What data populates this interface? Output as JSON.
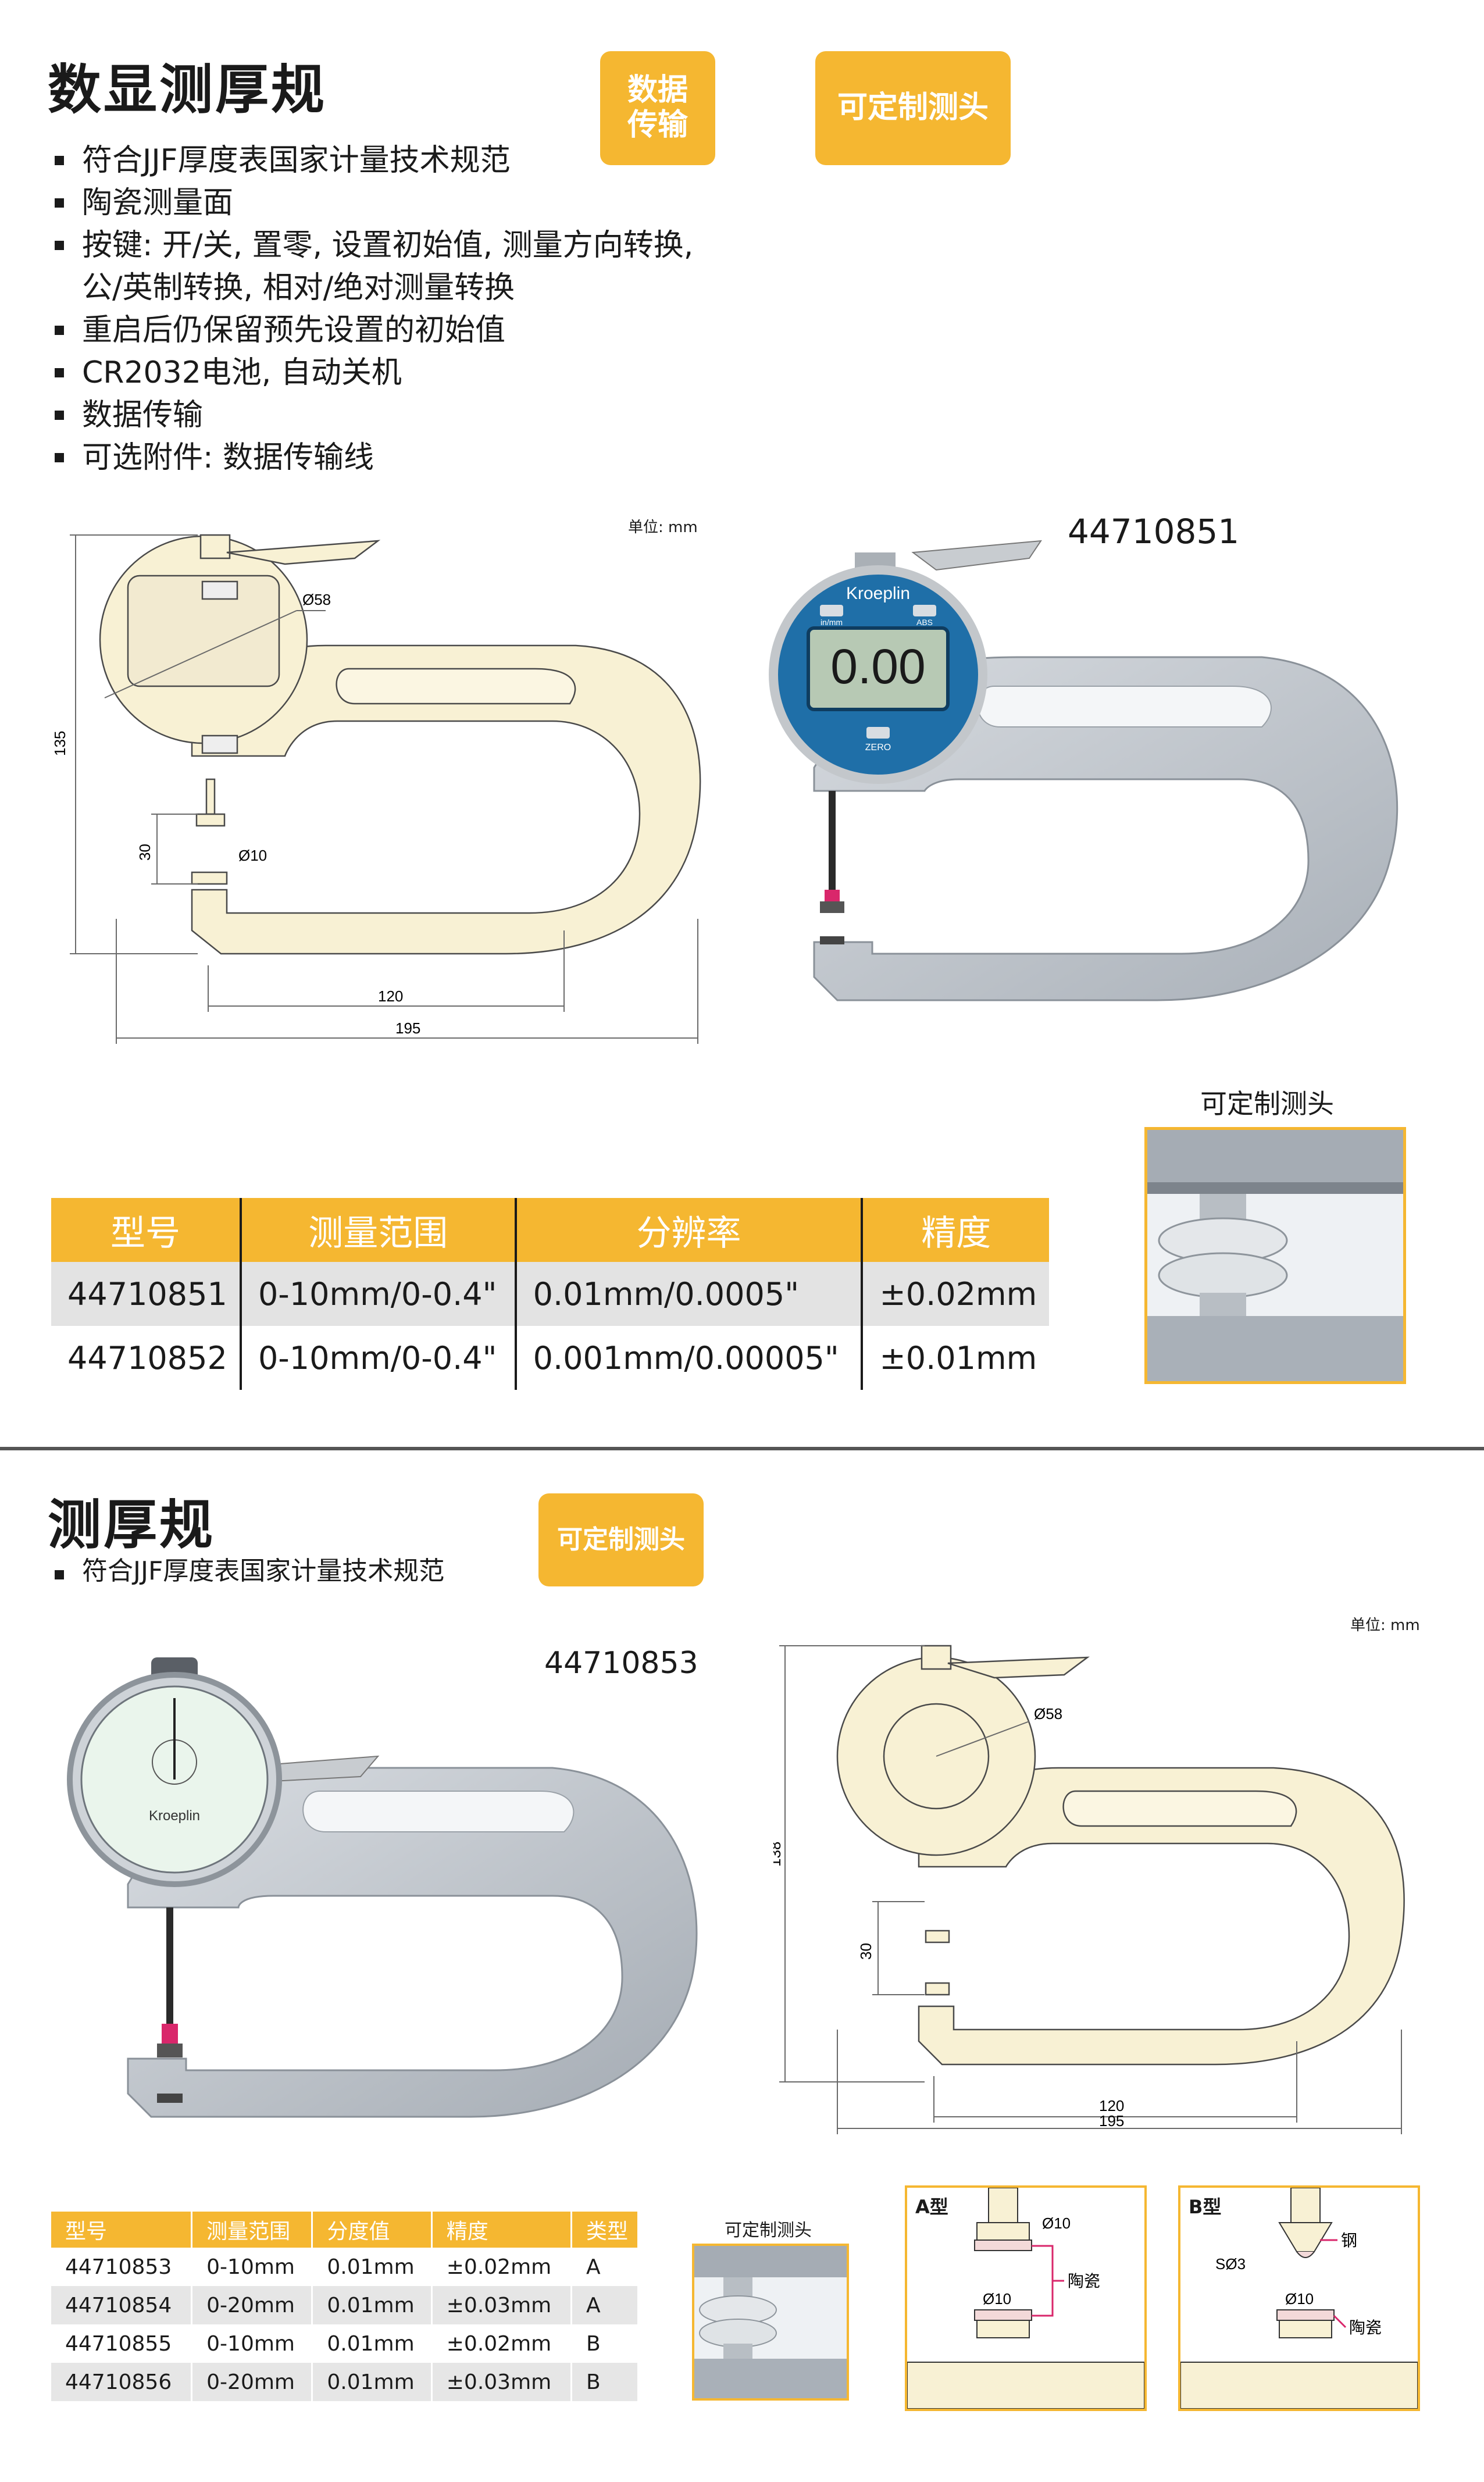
{
  "section1": {
    "title": "数显测厚规",
    "badge_data": "数据\n传输",
    "badge_custom": "可定制测头",
    "features": [
      "符合JJF厚度表国家计量技术规范",
      "陶瓷测量面",
      "按键: 开/关, 置零, 设置初始值, 测量方向转换,",
      "公/英制转换, 相对/绝对测量转换",
      "重启后仍保留预先设置的初始值",
      "CR2032电池, 自动关机",
      "数据传输",
      "可选附件: 数据传输线"
    ],
    "unit": "单位: mm",
    "model": "44710851",
    "dims": {
      "height": "135",
      "dial": "Ø58",
      "gap": "30",
      "tip": "Ø10",
      "depth": "120",
      "width": "195"
    },
    "gauge_brand": "Kroeplin",
    "gauge_display": "0.00",
    "gauge_buttons": [
      "in/mm",
      "ABS",
      "ZERO"
    ],
    "custom_head_label": "可定制测头",
    "table": {
      "headers": [
        "型号",
        "测量范围",
        "分辨率",
        "精度"
      ],
      "rows": [
        [
          "44710851",
          "0-10mm/0-0.4\"",
          "0.01mm/0.0005\"",
          "±0.02mm"
        ],
        [
          "44710852",
          "0-10mm/0-0.4\"",
          "0.001mm/0.00005\"",
          "±0.01mm"
        ]
      ]
    }
  },
  "section2": {
    "title": "测厚规",
    "badge_custom": "可定制测头",
    "features": [
      "符合JJF厚度表国家计量技术规范"
    ],
    "model": "44710853",
    "unit": "单位: mm",
    "dims": {
      "height": "138",
      "dial": "Ø58",
      "gap": "30",
      "depth": "120",
      "width": "195"
    },
    "dial_brand": "Kroeplin",
    "custom_head_label": "可定制测头",
    "table": {
      "headers": [
        "型号",
        "测量范围",
        "分度值",
        "精度",
        "类型"
      ],
      "rows": [
        [
          "44710853",
          "0-10mm",
          "0.01mm",
          "±0.02mm",
          "A"
        ],
        [
          "44710854",
          "0-20mm",
          "0.01mm",
          "±0.03mm",
          "A"
        ],
        [
          "44710855",
          "0-10mm",
          "0.01mm",
          "±0.02mm",
          "B"
        ],
        [
          "44710856",
          "0-20mm",
          "0.01mm",
          "±0.03mm",
          "B"
        ]
      ]
    },
    "type_a": {
      "title": "A型",
      "tip_top": "Ø10",
      "tip_bottom": "Ø10",
      "material": "陶瓷"
    },
    "type_b": {
      "title": "B型",
      "radius": "SØ3",
      "steel": "钢",
      "tip_bottom": "Ø10",
      "material": "陶瓷"
    }
  },
  "colors": {
    "accent": "#f5b731",
    "drawing_fill": "#f8f1d4",
    "frame_grey": "#b9bfc6",
    "gauge_blue": "#1f6fa8"
  }
}
